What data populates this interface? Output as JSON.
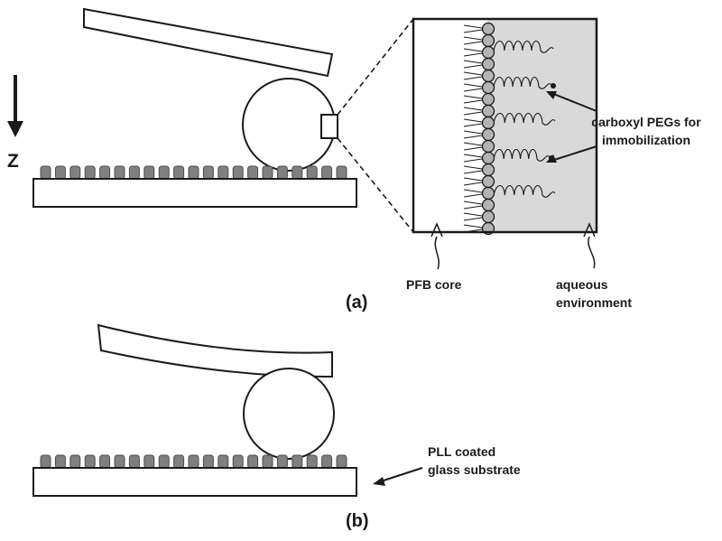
{
  "axis": {
    "z_label": "Z"
  },
  "panel_a": {
    "label": "(a)",
    "inset": {
      "annotation_lines": [
        "carboxyl PEGs for",
        "immobilization"
      ],
      "core_label": "PFB core",
      "environment_lines": [
        "aqueous",
        "environment"
      ]
    }
  },
  "panel_b": {
    "label": "(b)",
    "substrate_lines": [
      "PLL coated",
      "glass substrate"
    ]
  },
  "colors": {
    "stroke": "#1a1a1a",
    "lipid_head": "#b3b3b3",
    "aqueous_fill": "#d9d9d9",
    "pll_fill": "#808080"
  }
}
